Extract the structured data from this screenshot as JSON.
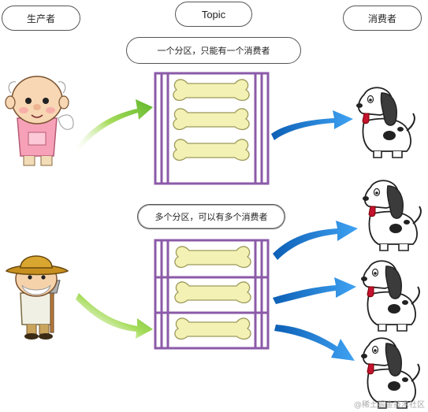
{
  "labels": {
    "producer": "生产者",
    "topic": "Topic",
    "consumer": "消费者"
  },
  "notes": {
    "single_partition": "一个分区，只能有一个消费者",
    "multi_partition": "多个分区，可以有多个消费者"
  },
  "watermark": "@稀土掘金技术社区",
  "colors": {
    "topic_frame": "#8b5aa8",
    "bone_fill": "#f4f1b4",
    "bone_stroke": "#9c9a5a",
    "green_arrow": "#7ac943",
    "blue_arrow": "#1e7fd6"
  }
}
